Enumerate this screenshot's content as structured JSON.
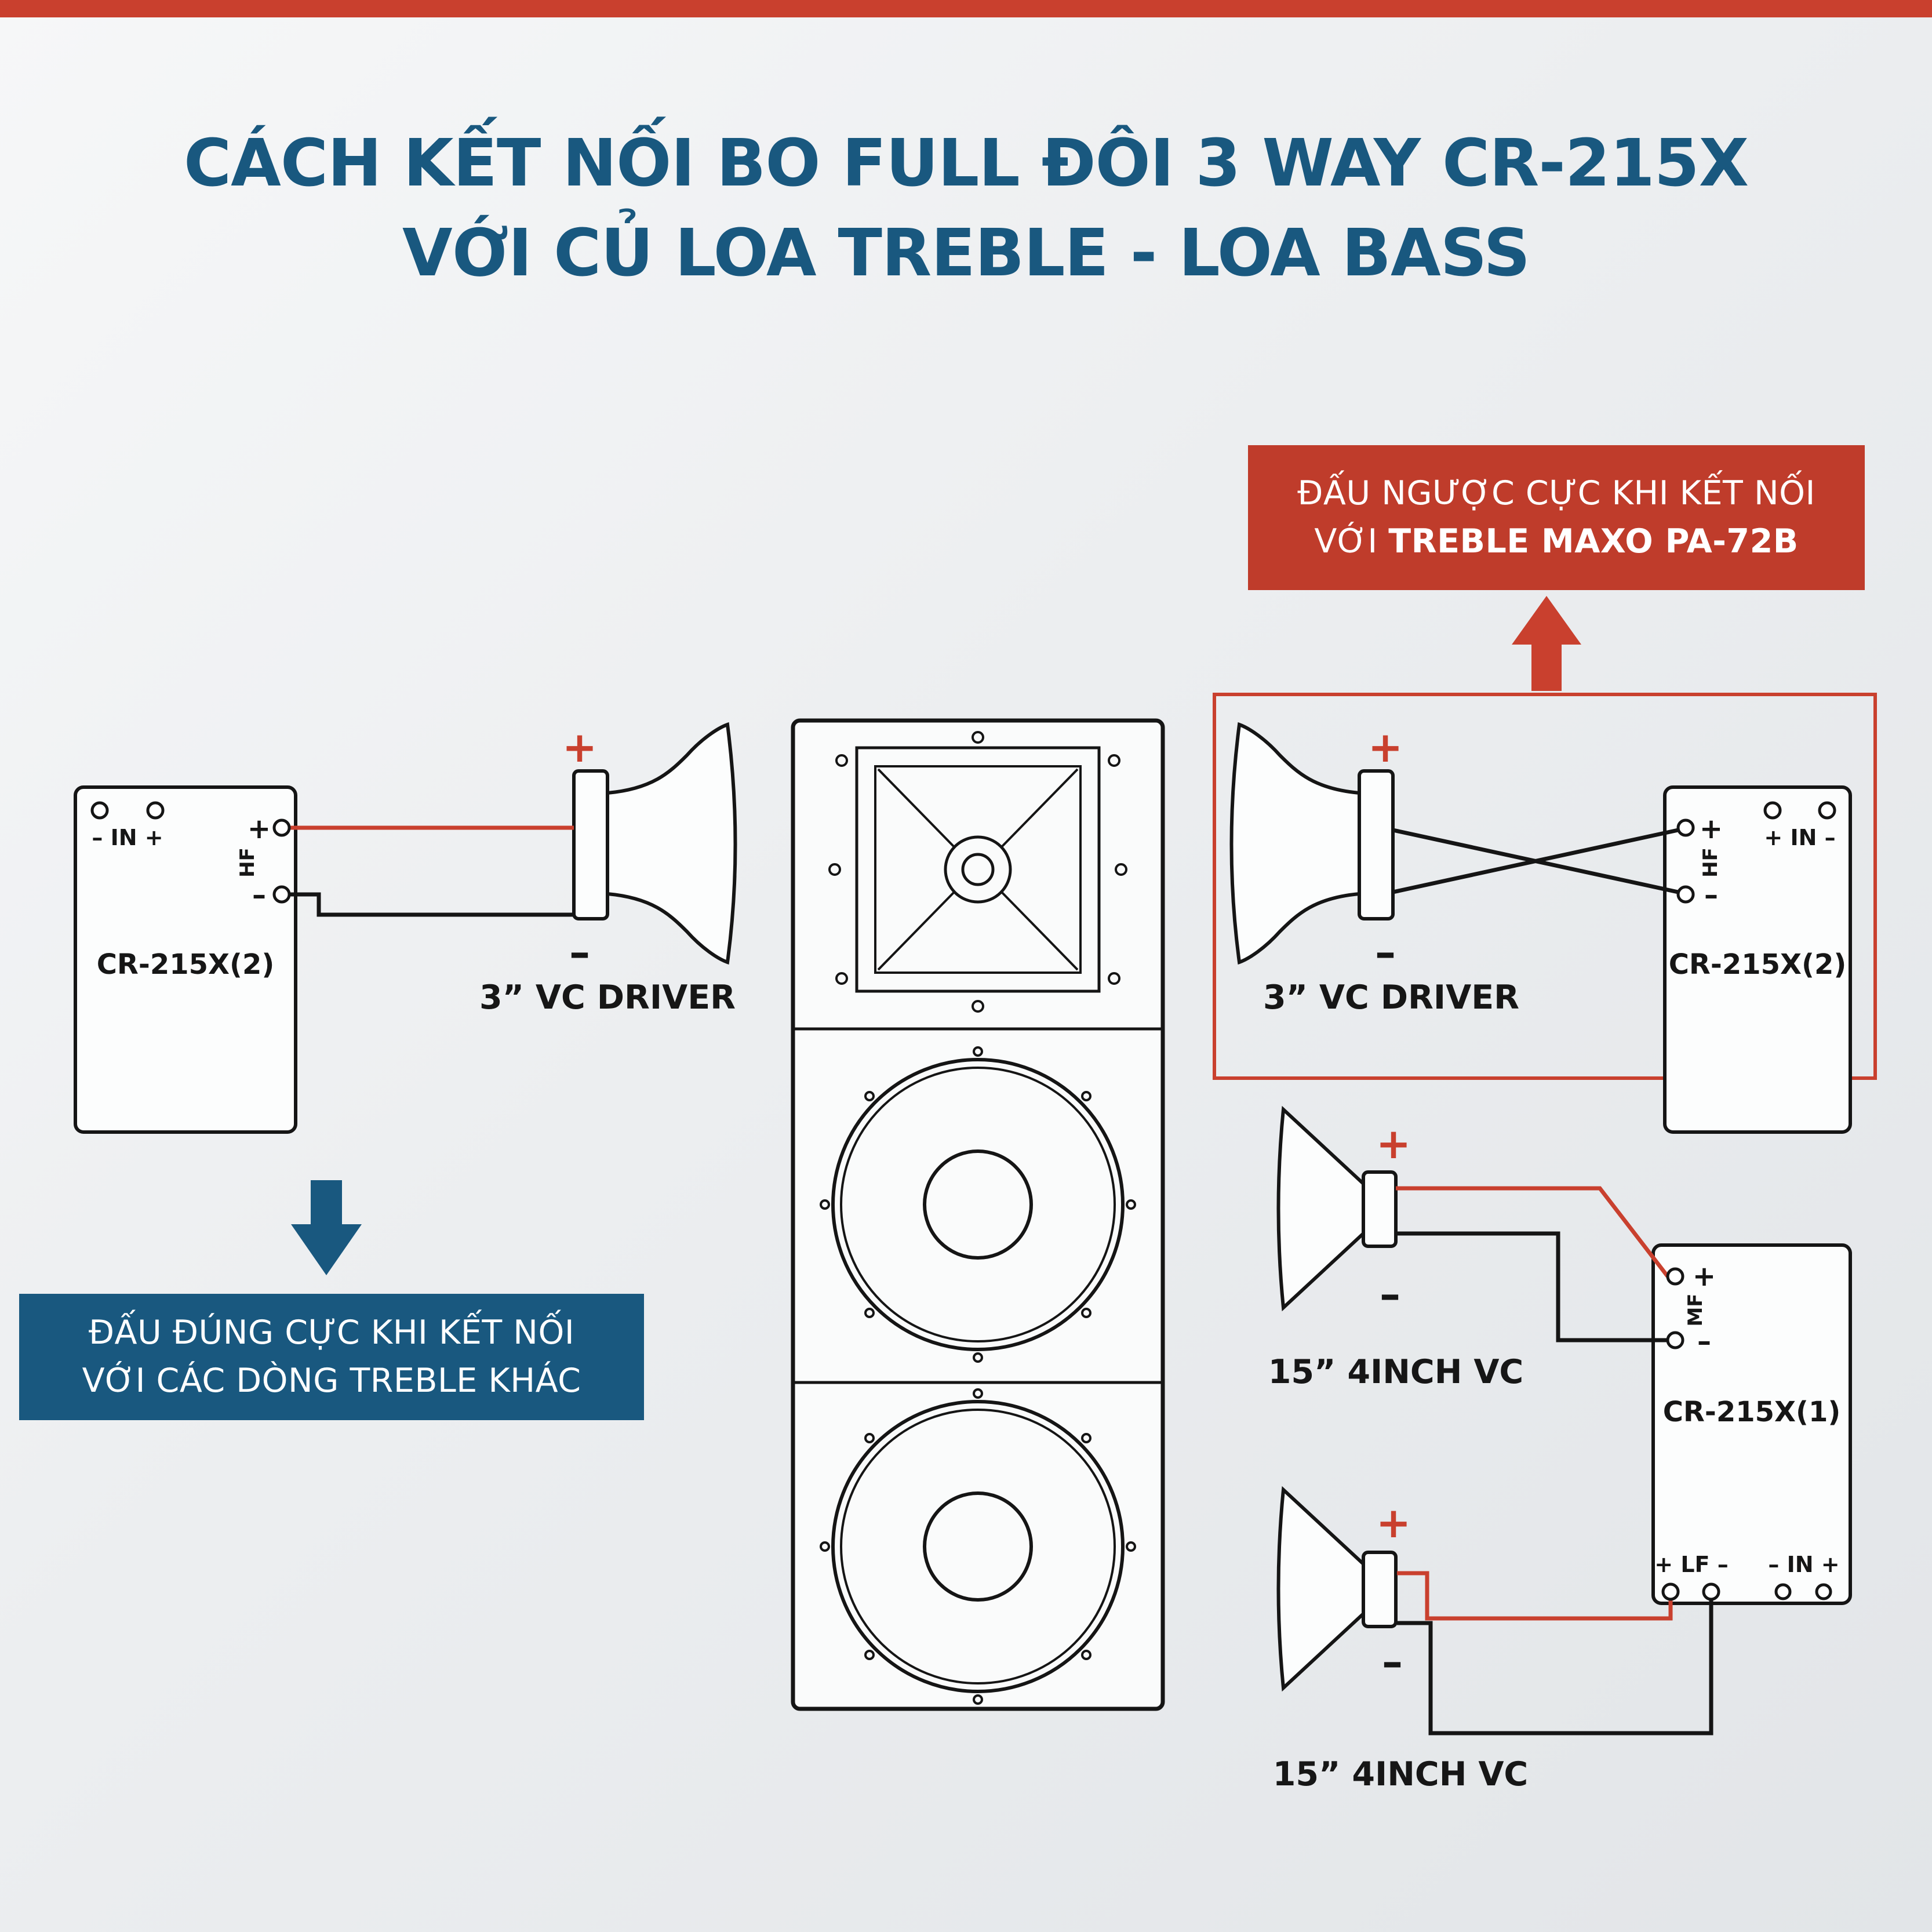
{
  "colors": {
    "accent_red": "#c9402e",
    "accent_blue": "#19587f",
    "ink": "#161616",
    "background": "#edeff1"
  },
  "title": {
    "line1": "CÁCH KẾT NỐI BO FULL ĐÔI 3 WAY CR-215X",
    "line2": "VỚI CỦ LOA TREBLE - LOA BASS"
  },
  "callout_reverse": {
    "line1": "ĐẤU NGƯỢC CỰC KHI KẾT NỐI",
    "line2_normal": "VỚI",
    "line2_bold": "TREBLE MAXO PA-72B"
  },
  "callout_correct": {
    "line1": "ĐẤU ĐÚNG CỰC KHI KẾT NỐI",
    "line2": "VỚI CÁC DÒNG TREBLE KHÁC"
  },
  "left_circuit": {
    "board_label": "CR-215X(2)",
    "in_label": "– IN +",
    "hf_plus": "+",
    "hf_label": "HF",
    "hf_minus": "–",
    "driver_plus": "+",
    "driver_minus": "–",
    "driver_label": "3” VC DRIVER"
  },
  "right_circuit": {
    "board_label": "CR-215X(2)",
    "in_label": "+ IN –",
    "hf_plus": "+",
    "hf_label": "HF",
    "hf_minus": "–",
    "driver_plus": "+",
    "driver_minus": "–",
    "driver_label": "3” VC DRIVER"
  },
  "bass_circuit": {
    "board_label": "CR-215X(1)",
    "mf_plus": "+",
    "mf_label": "MF",
    "mf_minus": "–",
    "lf_label": "+ LF –",
    "in_label": "– IN +",
    "woofer_top_plus": "+",
    "woofer_top_minus": "–",
    "woofer_top_label": "15” 4INCH VC",
    "woofer_bottom_plus": "+",
    "woofer_bottom_minus": "–",
    "woofer_bottom_label": "15” 4INCH VC"
  }
}
